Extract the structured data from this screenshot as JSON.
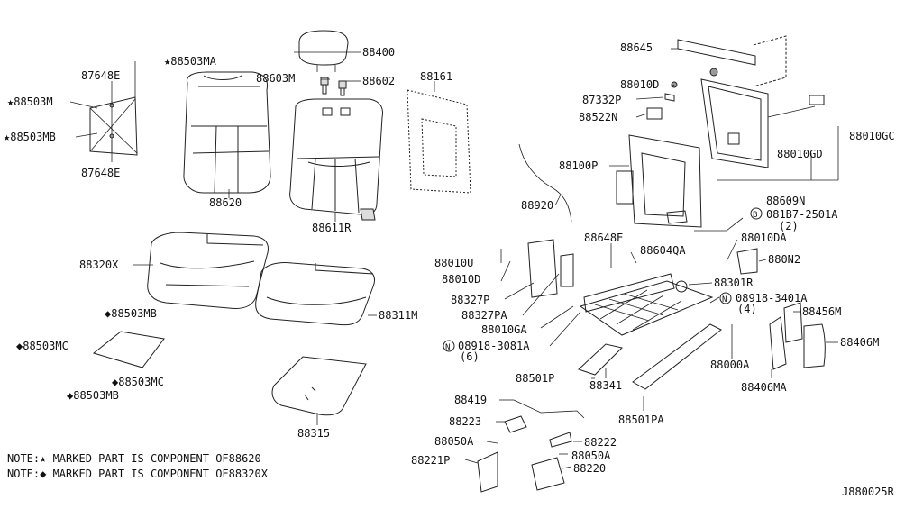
{
  "diagram_id": "J880025R",
  "notes": [
    "NOTE:★ MARKED PART IS COMPONENT OF88620",
    "NOTE:◆ MARKED PART IS COMPONENT OF88320X"
  ],
  "labels": {
    "p88503MA": "★88503MA",
    "p87648E_top": "87648E",
    "p88503M": "★88503M",
    "p88503MB_star": "★88503MB",
    "p87648E_bot": "87648E",
    "p88400": "88400",
    "p88603M": "88603M",
    "p88602": "88602",
    "p88161": "88161",
    "p88620": "88620",
    "p88611R": "88611R",
    "p88320X": "88320X",
    "p88311M": "88311M",
    "p88503MB_d1": "◆88503MB",
    "p88503MC_d1": "◆88503MC",
    "p88503MC_d2": "◆88503MC",
    "p88503MB_d2": "◆88503MB",
    "p88315": "88315",
    "p88645": "88645",
    "p88010D_top": "88010D",
    "p87332P": "87332P",
    "p88522N": "88522N",
    "p88100P": "88100P",
    "p88010GC": "88010GC",
    "p88010GD": "88010GD",
    "p88609N": "88609N",
    "p081B7": "081B7-2501A",
    "p081B7_qty": "(2)",
    "p88920": "88920",
    "p88648E": "88648E",
    "p88604QA": "88604QA",
    "p88010DA": "88010DA",
    "p88010U": "88010U",
    "p88010D_mid": "88010D",
    "p880N2": "880N2",
    "p88301R": "88301R",
    "p88327P": "88327P",
    "p88327PA": "88327PA",
    "p08918_3401A": "08918-3401A",
    "p08918_3401A_qty": "(4)",
    "p88010GA": "88010GA",
    "p08918_3081A": "08918-3081A",
    "p08918_3081A_qty": "(6)",
    "p88456M": "88456M",
    "p88406M": "88406M",
    "p88000A": "88000A",
    "p88501P": "88501P",
    "p88341": "88341",
    "p88406MA": "88406MA",
    "p88419": "88419",
    "p88501PA": "88501PA",
    "p88223": "88223",
    "p88050A_left": "88050A",
    "p88222": "88222",
    "p88050A_right": "88050A",
    "p88221P": "88221P",
    "p88220": "88220"
  },
  "circle_marks": {
    "bolt": "B",
    "nut": "N"
  }
}
